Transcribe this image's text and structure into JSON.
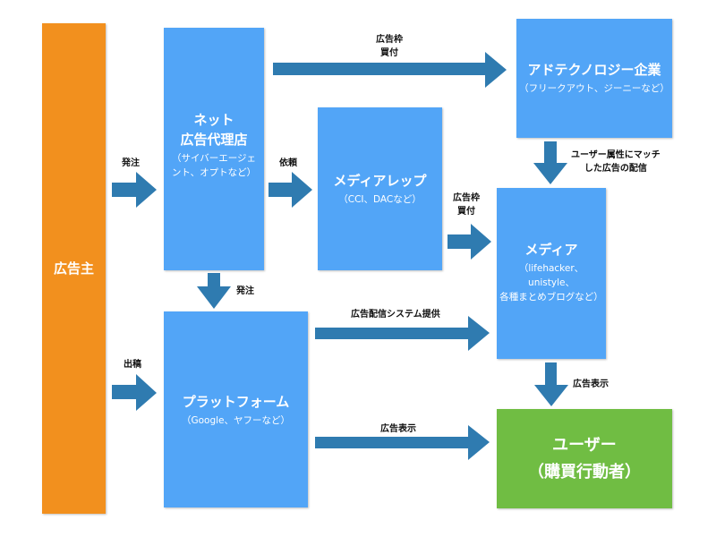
{
  "nodes": {
    "advertiser": {
      "title": "広告主"
    },
    "agency": {
      "title_line1": "ネット",
      "title_line2": "広告代理店",
      "sub_line1": "（サイバーエージェ",
      "sub_line2": "ント、オプトなど）"
    },
    "media_rep": {
      "title": "メディアレップ",
      "sub": "（CCI、DACなど）"
    },
    "adtech": {
      "title": "アドテクノロジー企業",
      "sub": "（フリークアウト、ジーニーなど）"
    },
    "media": {
      "title": "メディア",
      "sub_line1": "（lifehacker、",
      "sub_line2": "unistyle、",
      "sub_line3": "各種まとめブログなど）"
    },
    "platform": {
      "title": "プラットフォーム",
      "sub": "（Google、ヤフーなど）"
    },
    "user": {
      "title_line1": "ユーザー",
      "title_line2": "（購買行動者）"
    }
  },
  "edges": [
    {
      "from": "advertiser",
      "to": "agency",
      "label": "発注"
    },
    {
      "from": "agency",
      "to": "media_rep",
      "label": "依頼"
    },
    {
      "from": "agency",
      "to": "adtech",
      "label_line1": "広告枠",
      "label_line2": "買付"
    },
    {
      "from": "media_rep",
      "to": "media",
      "label_line1": "広告枠",
      "label_line2": "買付"
    },
    {
      "from": "adtech",
      "to": "media",
      "label_line1": "ユーザー属性にマッチ",
      "label_line2": "した広告の配信"
    },
    {
      "from": "agency",
      "to": "platform",
      "label": "発注"
    },
    {
      "from": "advertiser",
      "to": "platform",
      "label": "出稿"
    },
    {
      "from": "platform",
      "to": "media",
      "label": "広告配信システム提供"
    },
    {
      "from": "platform",
      "to": "user",
      "label": "広告表示"
    },
    {
      "from": "media",
      "to": "user",
      "label": "広告表示"
    }
  ],
  "colors": {
    "advertiser": "#f2901e",
    "intermediary": "#52a5f7",
    "user": "#70bd43",
    "arrow": "#2f7bb0"
  }
}
